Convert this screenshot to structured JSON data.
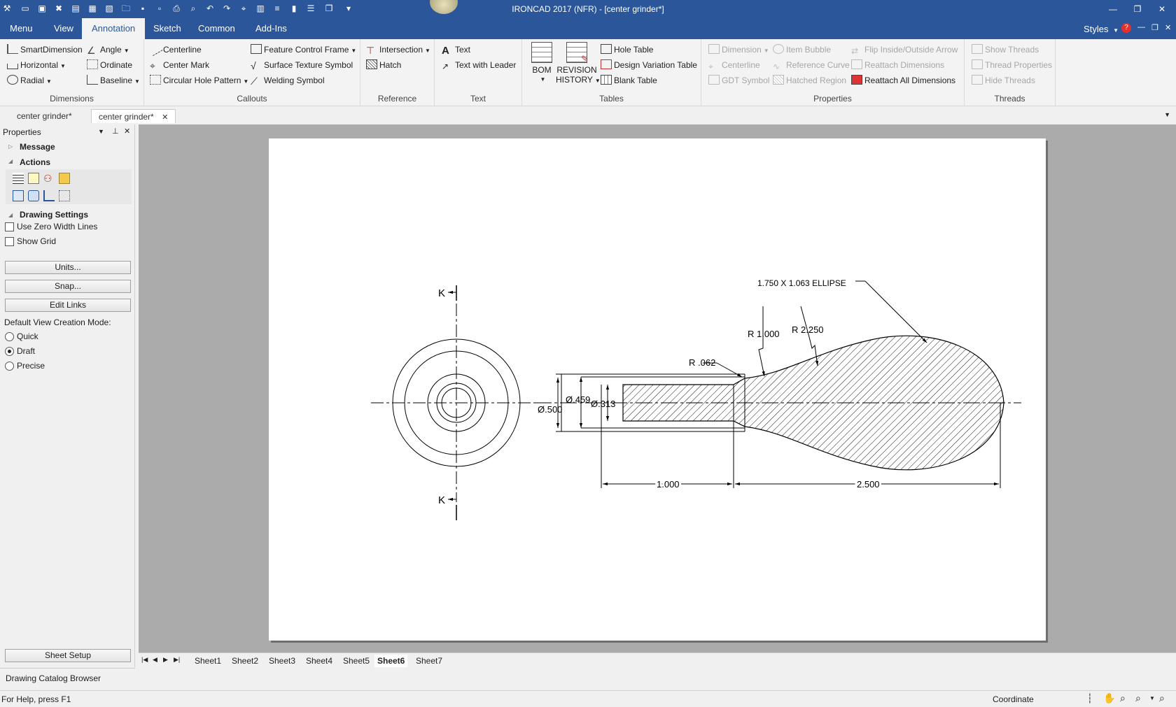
{
  "window": {
    "title": "IRONCAD 2017 (NFR) - [center grinder*]",
    "minimize": "—",
    "restore": "❐",
    "close": "✕"
  },
  "ribbon_tabs": [
    "Menu",
    "View",
    "Annotation",
    "Sketch",
    "Common",
    "Add-Ins"
  ],
  "active_tab": "Annotation",
  "styles_label": "Styles",
  "ribbon": {
    "dimensions": {
      "label": "Dimensions",
      "smart_dimension": "SmartDimension",
      "angle": "Angle",
      "horizontal": "Horizontal",
      "ordinate": "Ordinate",
      "radial": "Radial",
      "baseline": "Baseline"
    },
    "callouts": {
      "label": "Callouts",
      "centerline": "Centerline",
      "center_mark": "Center Mark",
      "circular_hole_pattern": "Circular Hole Pattern",
      "feature_control_frame": "Feature Control Frame",
      "surface_texture_symbol": "Surface Texture Symbol",
      "welding_symbol": "Welding Symbol"
    },
    "reference": {
      "label": "Reference",
      "intersection": "Intersection",
      "hatch": "Hatch"
    },
    "text": {
      "label": "Text",
      "text": "Text",
      "text_with_leader": "Text with Leader"
    },
    "tables": {
      "label": "Tables",
      "bom": "BOM",
      "revision_history_1": "REVISION",
      "revision_history_2": "HISTORY",
      "hole_table": "Hole Table",
      "design_variation_table": "Design Variation Table",
      "blank_table": "Blank Table"
    },
    "properties": {
      "label": "Properties",
      "dimension": "Dimension",
      "centerline": "Centerline",
      "gdt_symbol": "GDT Symbol",
      "item_bubble": "Item Bubble",
      "reference_curve": "Reference Curve",
      "hatched_region": "Hatched Region",
      "flip_arrow": "Flip Inside/Outside Arrow",
      "reattach_dimensions": "Reattach Dimensions",
      "reattach_all_dimensions": "Reattach All Dimensions"
    },
    "threads": {
      "label": "Threads",
      "show_threads": "Show Threads",
      "thread_properties": "Thread Properties",
      "hide_threads": "Hide Threads"
    }
  },
  "doc_tabs": [
    "center grinder*",
    "center grinder*"
  ],
  "properties_panel": {
    "title": "Properties",
    "message": "Message",
    "actions": "Actions",
    "drawing_settings": "Drawing Settings",
    "use_zero_width_lines": "Use Zero Width Lines",
    "show_grid": "Show Grid",
    "units_button": "Units...",
    "snap_button": "Snap...",
    "edit_links_button": "Edit Links",
    "default_view_mode_label": "Default View Creation Mode:",
    "mode_quick": "Quick",
    "mode_draft": "Draft",
    "mode_precise": "Precise",
    "selected_mode": "Draft",
    "sheet_setup_button": "Sheet Setup"
  },
  "drawing": {
    "section_label_top": "K",
    "section_label_bottom": "K",
    "ellipse_note": "1.750 X 1.063 ELLIPSE",
    "r1": "R 1.000",
    "r2": "R 2.250",
    "r062": "R .062",
    "dia_500": "Ø.500",
    "dia_459": "Ø.459",
    "dia_313": "Ø.313",
    "len_1000": "1.000",
    "len_2500": "2.500"
  },
  "sheet_tabs": [
    "Sheet1",
    "Sheet2",
    "Sheet3",
    "Sheet4",
    "Sheet5",
    "Sheet6",
    "Sheet7"
  ],
  "active_sheet": "Sheet6",
  "catalog_label": "Drawing Catalog Browser",
  "status": {
    "help": "For Help, press F1",
    "coordinate": "Coordinate"
  }
}
